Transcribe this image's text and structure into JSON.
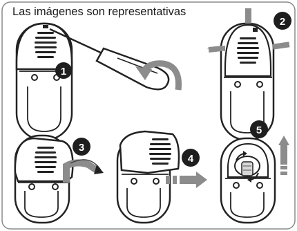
{
  "caption": "Las imágenes son representativas",
  "steps": [
    {
      "number": "1"
    },
    {
      "number": "2"
    },
    {
      "number": "3"
    },
    {
      "number": "4"
    },
    {
      "number": "5"
    }
  ],
  "colors": {
    "badge": "#1e1e1e",
    "arrow_gray": "#8c8c8c",
    "device_outline": "#222222",
    "device_fill": "#ffffff",
    "frame_border": "#8a8a8a"
  }
}
